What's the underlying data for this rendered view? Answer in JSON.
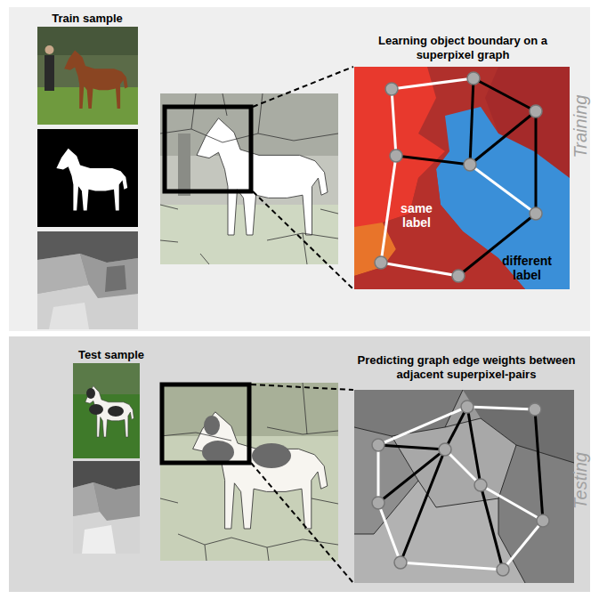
{
  "diagram": {
    "nodes": [
      {
        "text": [
          "Training"
        ]
      },
      {
        "text": [
          "Testing"
        ]
      }
    ],
    "labels": [
      "Train sample",
      "Learning object boundary on a superpixel graph",
      "same label",
      "different label",
      "Test sample",
      "Predicting graph edge weights between adjacent superpixel-pairs"
    ]
  }
}
